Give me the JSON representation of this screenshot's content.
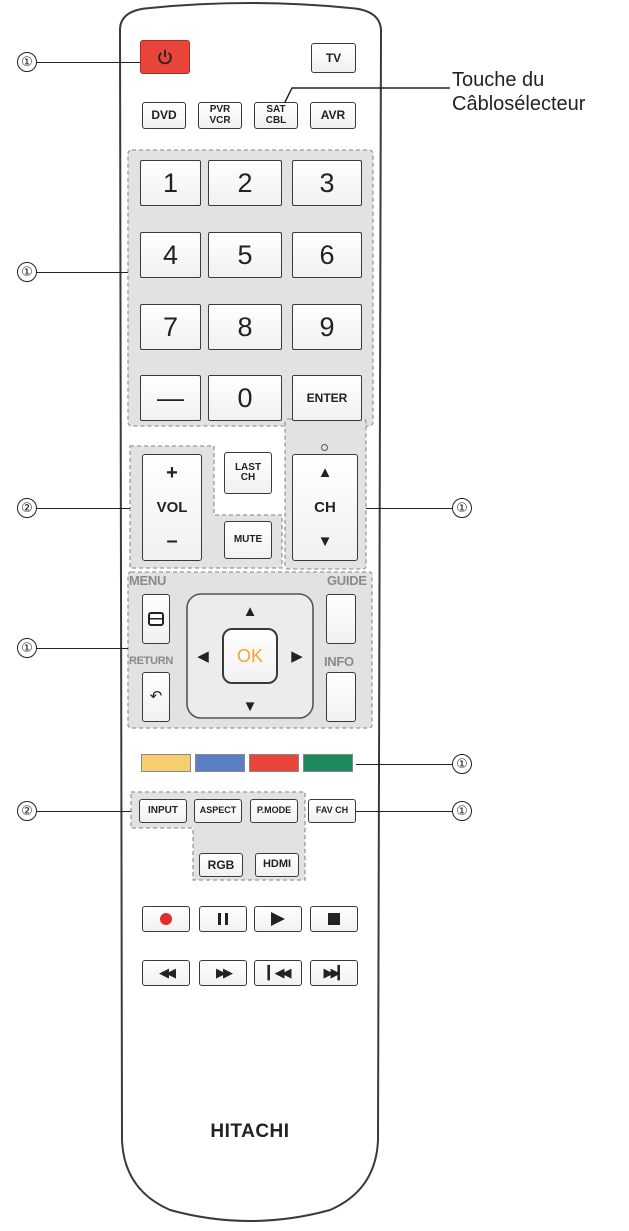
{
  "callout_label": [
    "Touche du",
    "Câblosélecteur"
  ],
  "markers": [
    "①",
    "①",
    "②",
    "①",
    "①",
    "①",
    "②",
    "①"
  ],
  "source_row": [
    "DVD",
    "PVR\nVCR",
    "SAT\nCBL",
    "AVR"
  ],
  "tv_label": "TV",
  "power_icon": "power-icon",
  "keypad": [
    "1",
    "2",
    "3",
    "4",
    "5",
    "6",
    "7",
    "8",
    "9",
    "—",
    "0",
    "ENTER"
  ],
  "vol": {
    "plus": "+",
    "label": "VOL",
    "minus": "–"
  },
  "last_ch": "LAST\nCH",
  "mute": "MUTE",
  "ch": {
    "up": "▲",
    "label": "CH",
    "down": "▼"
  },
  "nav": {
    "menu": "MENU",
    "guide": "GUIDE",
    "return": "RETURN",
    "info": "INFO",
    "ok": "OK",
    "up": "▲",
    "down": "▼",
    "left": "◀",
    "right": "▶"
  },
  "color_keys": [
    "#f8cd6f",
    "#5a7fc2",
    "#e8443a",
    "#1c8a5a"
  ],
  "function_row": [
    "INPUT",
    "ASPECT",
    "P.MODE",
    "FAV CH"
  ],
  "function_row2": [
    "RGB",
    "HDMI"
  ],
  "playback_row1": [
    "record-icon",
    "pause-icon",
    "play-icon",
    "stop-icon"
  ],
  "playback_row2": [
    "rewind-icon",
    "fast-forward-icon",
    "previous-icon",
    "next-icon"
  ],
  "brand": "HITACHI",
  "colors": {
    "power": "#e8443a",
    "ok": "#f0a531",
    "section_bg": "#e2e2e2",
    "record": "#e02d2d"
  }
}
